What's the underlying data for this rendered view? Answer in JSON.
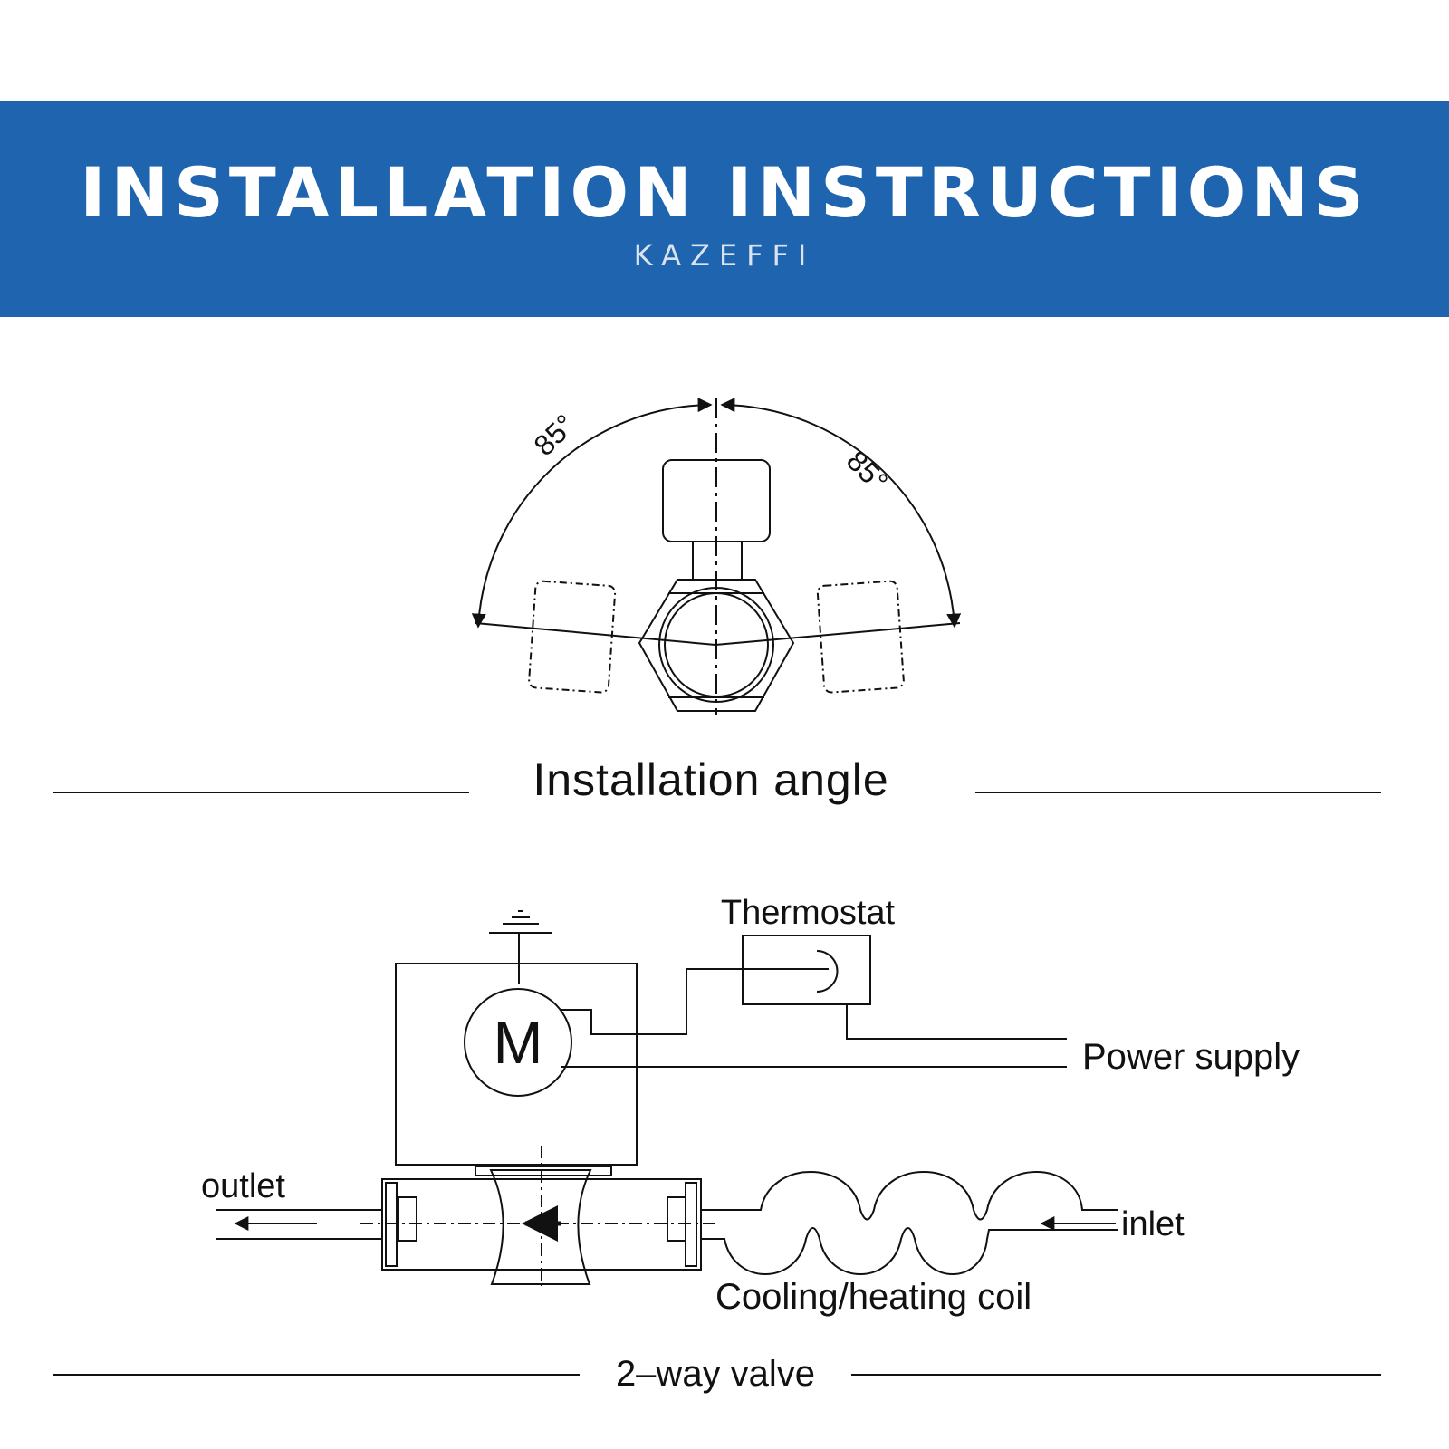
{
  "header": {
    "title": "INSTALLATION INSTRUCTIONS",
    "brand": "KAZEFFI",
    "background_color": "#1f64ae"
  },
  "angle_section": {
    "left_angle_label": "85°",
    "right_angle_label": "85°",
    "caption": "Installation angle"
  },
  "valve_section": {
    "motor_label": "M",
    "thermostat_label": "Thermostat",
    "power_supply_label": "Power supply",
    "outlet_label": "outlet",
    "inlet_label": "inlet",
    "coil_label": "Cooling/heating coil",
    "caption": "2–way valve"
  },
  "colors": {
    "line": "#111111",
    "banner_text": "#ffffff"
  }
}
